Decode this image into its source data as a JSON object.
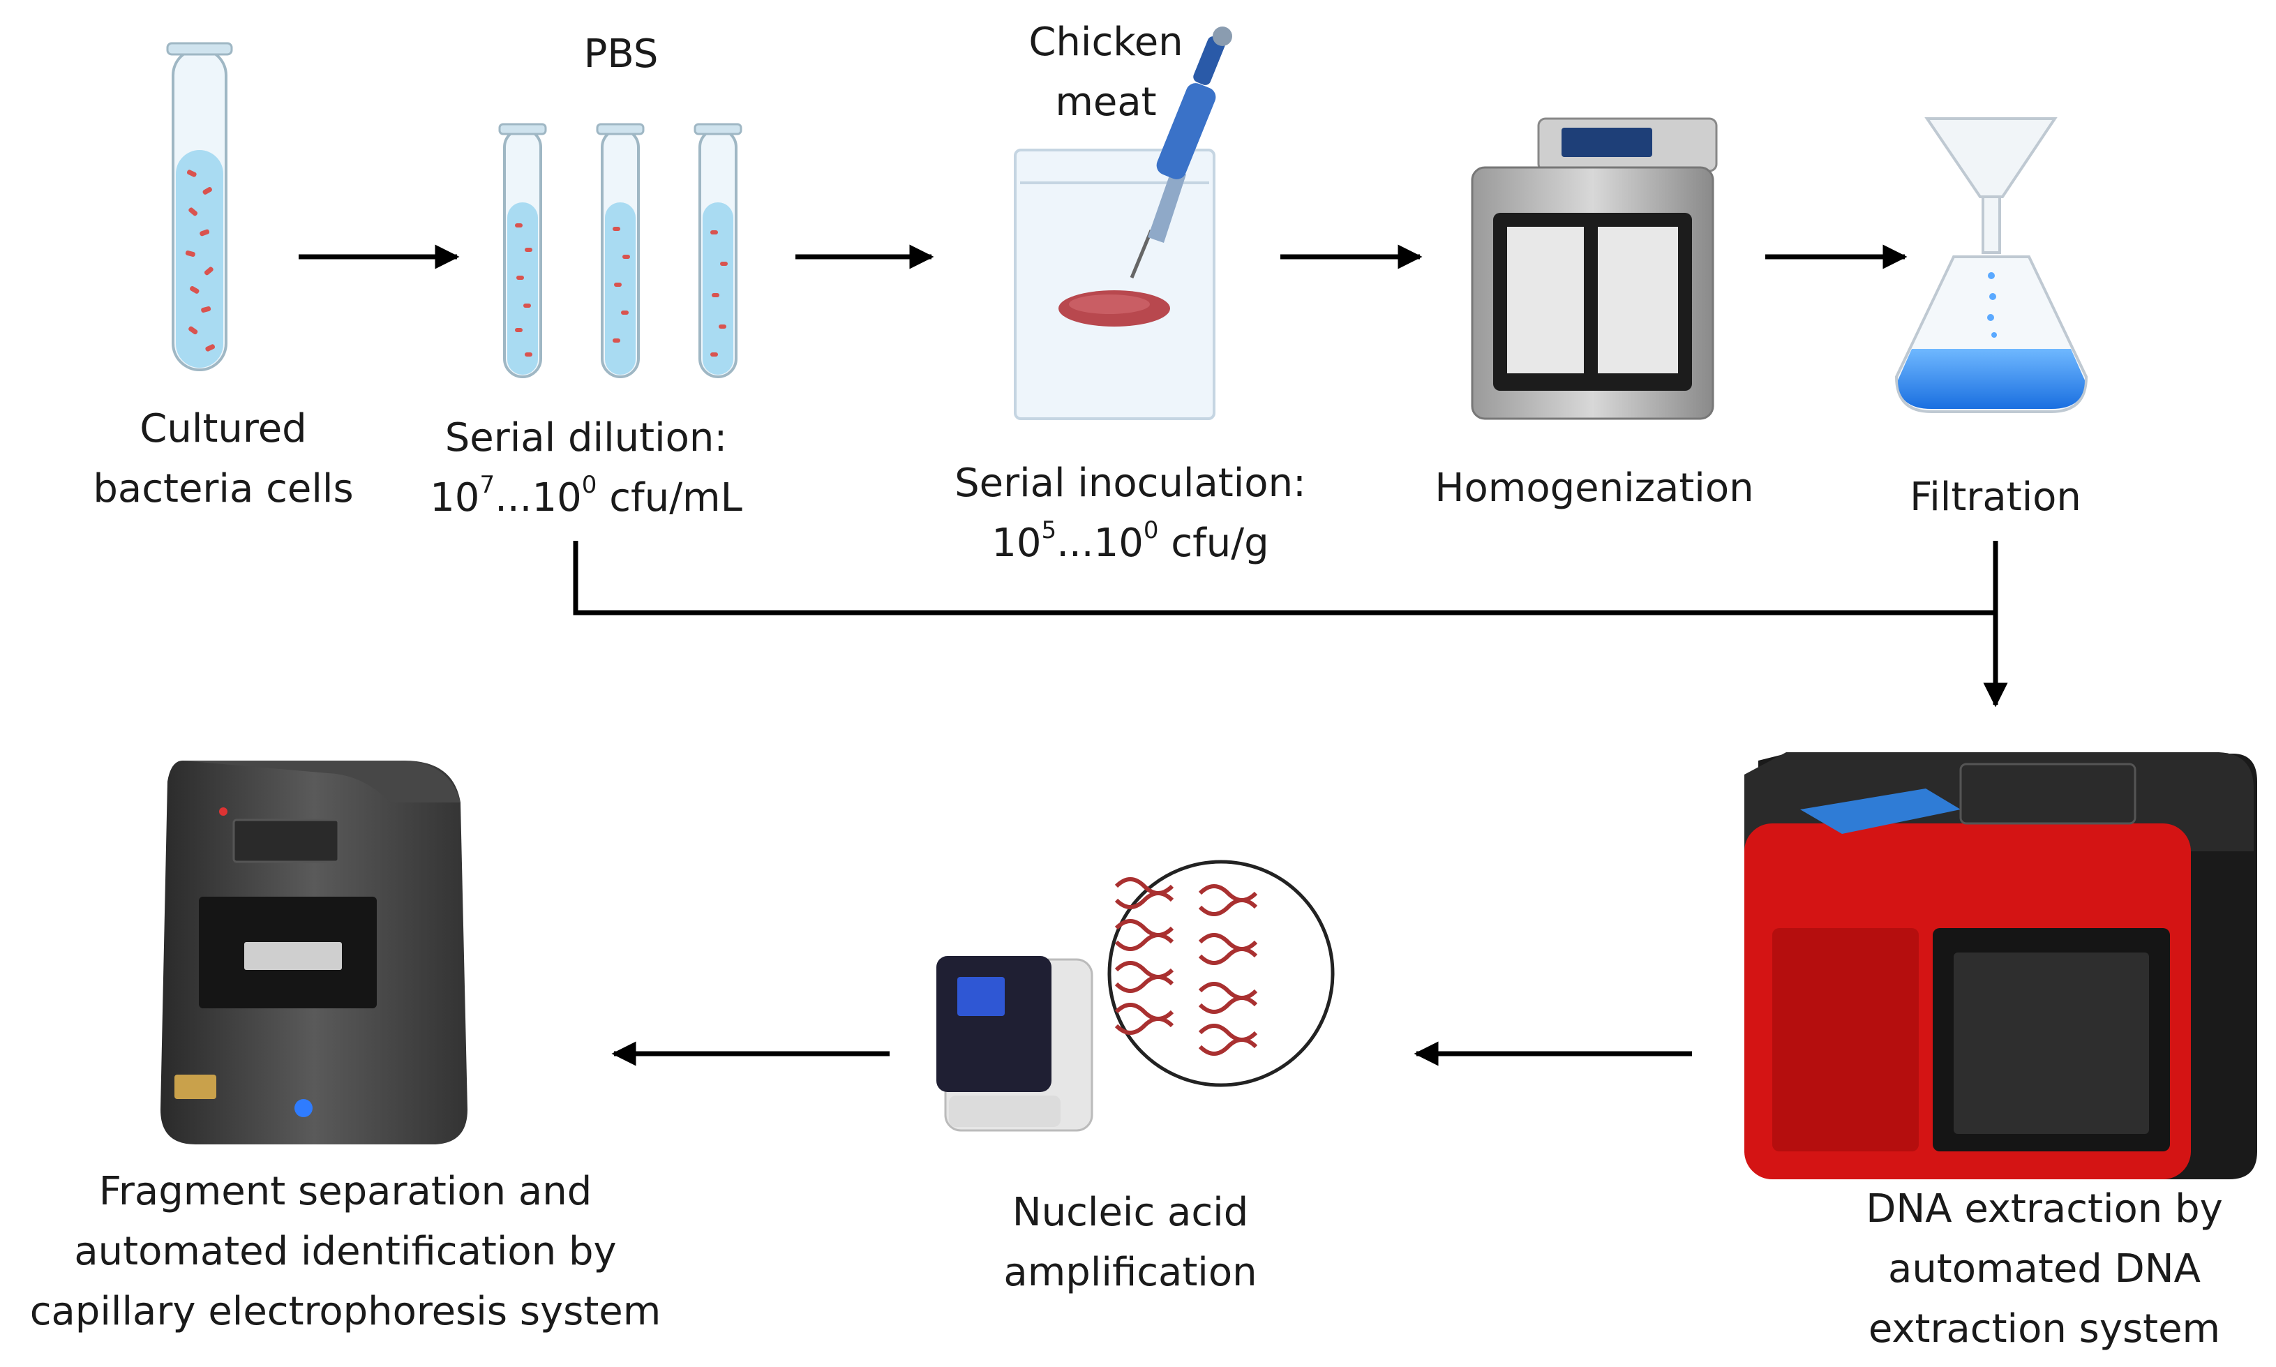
{
  "steps": {
    "cultured": {
      "line1": "Cultured",
      "line2": "bacteria cells"
    },
    "pbs": {
      "label": "PBS"
    },
    "dilution": {
      "line1": "Serial dilution:",
      "range_start_base": "10",
      "range_start_exp": "7",
      "range_sep": "...",
      "range_end_base": "10",
      "range_end_exp": "0",
      "unit": " cfu/mL"
    },
    "chicken": {
      "line1": "Chicken",
      "line2": "meat"
    },
    "inoculation": {
      "line1": "Serial inoculation:",
      "range_start_base": "10",
      "range_start_exp": "5",
      "range_sep": "...",
      "range_end_base": "10",
      "range_end_exp": "0",
      "unit": " cfu/g"
    },
    "homogenization": {
      "label": "Homogenization"
    },
    "filtration": {
      "label": "Filtration"
    },
    "extraction": {
      "line1": "DNA extraction by",
      "line2": "automated DNA",
      "line3": "extraction system"
    },
    "amplification": {
      "line1": "Nucleic acid",
      "line2": "amplification"
    },
    "separation": {
      "line1": "Fragment separation and",
      "line2": "automated identification by",
      "line3": "capillary electrophoresis system"
    }
  },
  "colors": {
    "tube_liquid": "#a9dbf2",
    "bacteria": "#d9534f",
    "meat": "#b8484e",
    "pipette": "#3a72c8",
    "extractor": "#d41414",
    "dna": "#a93030",
    "arrow": "#000000"
  }
}
